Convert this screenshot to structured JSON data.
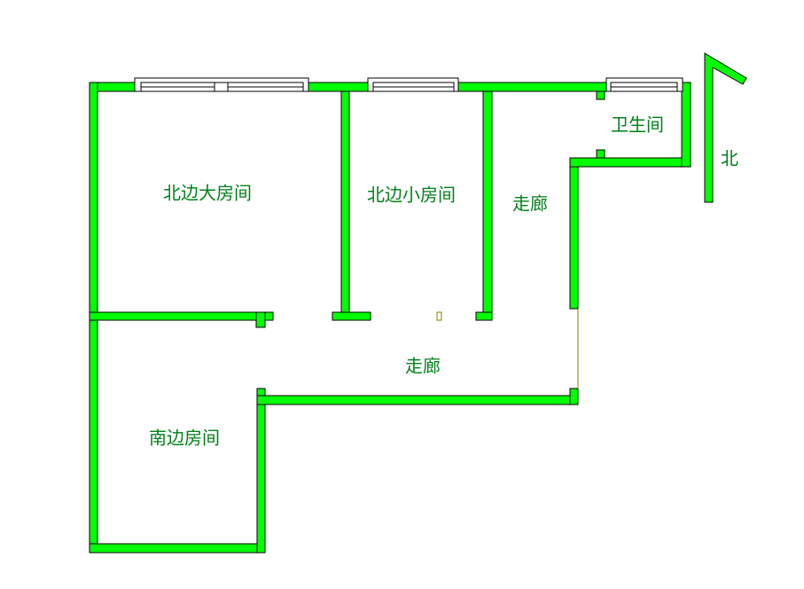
{
  "rooms": {
    "north_big": "北边大房间",
    "north_small": "北边小房间",
    "corridor_vertical": "走廊",
    "bathroom": "卫生间",
    "corridor_main": "走廊",
    "south": "南边房间"
  },
  "compass": {
    "label": "北"
  },
  "colors": {
    "wall": "#00ff00",
    "text": "#00801a"
  }
}
